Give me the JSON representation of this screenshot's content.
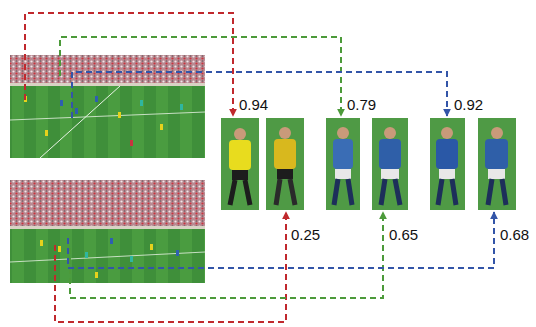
{
  "diagram": {
    "labels": [
      "0.94",
      "0.79",
      "0.92",
      "0.25",
      "0.65",
      "0.68"
    ]
  }
}
